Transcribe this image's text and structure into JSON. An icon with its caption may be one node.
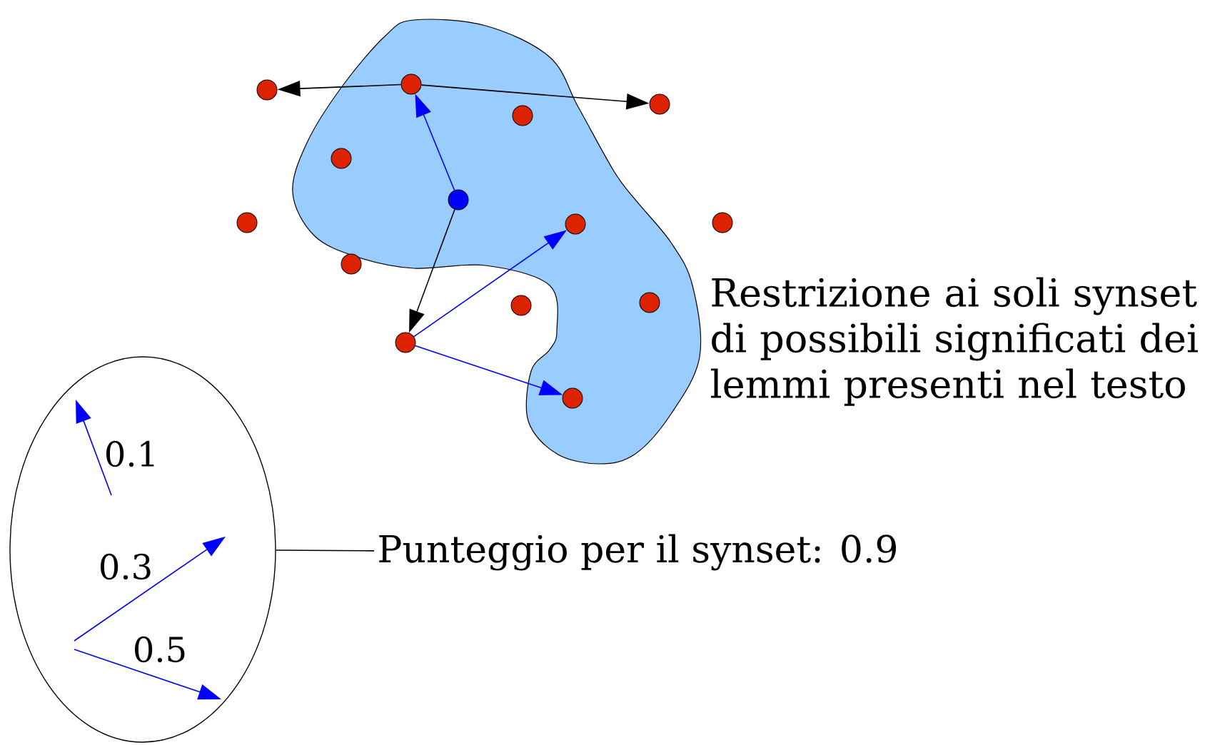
{
  "diagram": {
    "nodes": [
      {
        "text": [],
        "shape": "cloud",
        "beside": [
          "Restrizione ai soli synset di possibili significati dei lemmi presenti nel testo"
        ]
      },
      {
        "text": [],
        "shape": "circle",
        "in": 0
      },
      {
        "text": [],
        "shape": "circle"
      },
      {
        "text": [],
        "shape": "circle"
      },
      {
        "text": [],
        "shape": "circle",
        "in": 0
      },
      {
        "text": [],
        "shape": "circle",
        "in": 0
      },
      {
        "text": [],
        "shape": "circle",
        "in": 0
      },
      {
        "text": [],
        "shape": "circle"
      },
      {
        "text": [],
        "shape": "circle",
        "in": 0
      },
      {
        "text": [],
        "shape": "circle"
      },
      {
        "text": [],
        "shape": "circle"
      },
      {
        "text": [],
        "shape": "circle",
        "in": 0
      },
      {
        "text": [],
        "shape": "circle"
      },
      {
        "text": [],
        "shape": "circle"
      },
      {
        "text": [],
        "shape": "circle",
        "in": 0
      },
      {
        "text": [],
        "shape": "ellipse"
      },
      {
        "text": [
          "Punteggio per il synset: 0.9"
        ]
      }
    ],
    "edges": [
      {
        "from": 1,
        "to": 2,
        "arrow": "to"
      },
      {
        "from": 1,
        "to": 3,
        "arrow": "to"
      },
      {
        "from": 6,
        "to": 1,
        "arrow": "to",
        "color": "#0000ff"
      },
      {
        "from": 6,
        "to": 13,
        "arrow": "to"
      },
      {
        "from": 13,
        "to": 8,
        "arrow": "to",
        "color": "#0000ff"
      },
      {
        "from": 13,
        "to": 14,
        "arrow": "to",
        "color": "#0000ff"
      },
      {
        "from": 16,
        "to": 15,
        "arrow": "none"
      }
    ],
    "labels": [
      "0.1",
      "0.3",
      "0.5"
    ]
  }
}
